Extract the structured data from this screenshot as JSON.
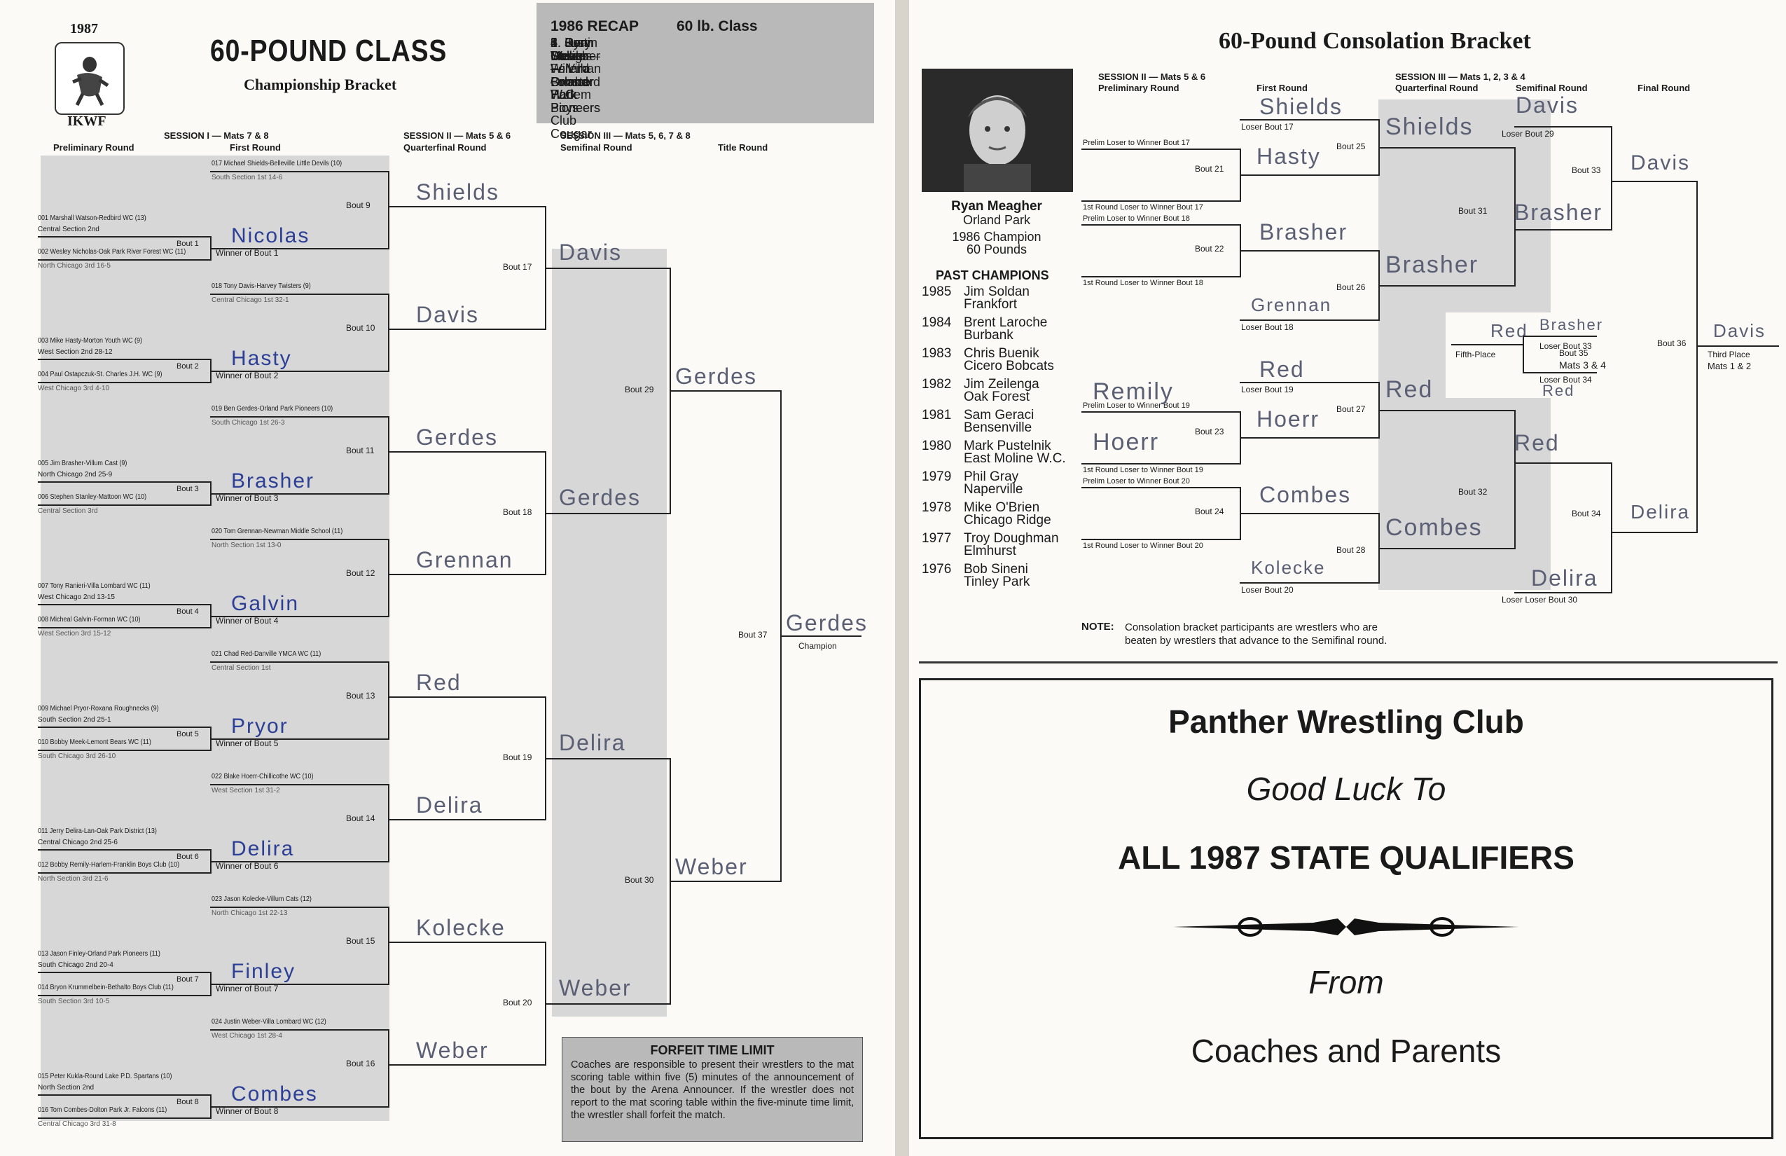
{
  "left": {
    "year": "1987",
    "org": "IKWF",
    "title": "60-POUND CLASS",
    "subtitle": "Championship Bracket",
    "recap": {
      "heading": "1986 RECAP",
      "class": "60 lb. Class",
      "lines": [
        "1. Ryan Meagher — Orland Park Pioneers",
        "2. Cory Daker — Foreman Booster",
        "3. Ben Gerdes — Orland Park Pioneers",
        "4. Dan Collins — Bronco W.C.",
        "5. Justin Weber — Villa Lombard W.C.",
        "6. Steve Willard — Harlem Boys Club Cougar"
      ]
    },
    "headers": {
      "prelim": "Preliminary Round",
      "s1": "SESSION I — Mats 7 & 8",
      "s1_round": "First Round",
      "s2": "SESSION II — Mats 5 & 6",
      "s2_round": "Quarterfinal Round",
      "s3": "SESSION III — Mats 5, 6, 7 & 8",
      "s3_round": "Semifinal Round",
      "title_round": "Title Round"
    },
    "groups": [
      {
        "seed_name": "017 Michael Shields-Belleville Little Devils (10)",
        "seed_rec": "South Section 1st   14-6",
        "fr_bout": "Bout 9",
        "p1_name": "001 Marshall Watson-Redbird WC (13)",
        "p1_rec": "Central Section 2nd",
        "pr_bout": "Bout 1",
        "p2_name": "002 Wesley Nicholas-Oak Park River Forest WC (11)",
        "p2_rec": "North Chicago 3rd   16-5",
        "winner_label": "Winner of Bout 1",
        "hw_prelim": "Nicolas",
        "hw_first": "Shields"
      },
      {
        "seed_name": "018 Tony Davis-Harvey Twisters (9)",
        "seed_rec": "Central Chicago 1st   32-1",
        "fr_bout": "Bout 10",
        "p1_name": "003 Mike Hasty-Morton Youth WC (9)",
        "p1_rec": "West Section 2nd   28-12",
        "pr_bout": "Bout 2",
        "p2_name": "004 Paul Ostapczuk-St. Charles J.H. WC (9)",
        "p2_rec": "West Chicago 3rd   4-10",
        "winner_label": "Winner of Bout 2",
        "hw_prelim": "Hasty",
        "hw_first": "Davis"
      },
      {
        "seed_name": "019 Ben Gerdes-Orland Park Pioneers (10)",
        "seed_rec": "South Chicago 1st   26-3",
        "fr_bout": "Bout 11",
        "p1_name": "005 Jim Brasher-Villum Cast (9)",
        "p1_rec": "North Chicago 2nd   25-9",
        "pr_bout": "Bout 3",
        "p2_name": "006 Stephen Stanley-Mattoon WC (10)",
        "p2_rec": "Central Section 3rd",
        "winner_label": "Winner of Bout 3",
        "hw_prelim": "Brasher",
        "hw_first": "Gerdes"
      },
      {
        "seed_name": "020 Tom Grennan-Newman Middle School (11)",
        "seed_rec": "North Section 1st   13-0",
        "fr_bout": "Bout 12",
        "p1_name": "007 Tony Ranieri-Villa Lombard WC (11)",
        "p1_rec": "West Chicago 2nd   13-15",
        "pr_bout": "Bout 4",
        "p2_name": "008 Micheal Galvin-Forman WC (10)",
        "p2_rec": "West Section 3rd   15-12",
        "winner_label": "Winner of Bout 4",
        "hw_prelim": "Galvin",
        "hw_first": "Grennan"
      },
      {
        "seed_name": "021 Chad Red-Danville YMCA WC (11)",
        "seed_rec": "Central Section 1st",
        "fr_bout": "Bout 13",
        "p1_name": "009 Michael Pryor-Roxana Roughnecks (9)",
        "p1_rec": "South Section 2nd   25-1",
        "pr_bout": "Bout 5",
        "p2_name": "010 Bobby Meek-Lemont Bears WC (11)",
        "p2_rec": "South Chicago 3rd   26-10",
        "winner_label": "Winner of Bout 5",
        "hw_prelim": "Pryor",
        "hw_first": "Red"
      },
      {
        "seed_name": "022 Blake Hoerr-Chillicothe WC (10)",
        "seed_rec": "West Section 1st   31-2",
        "fr_bout": "Bout 14",
        "p1_name": "011 Jerry Delira-Lan-Oak Park District (13)",
        "p1_rec": "Central Chicago 2nd   25-6",
        "pr_bout": "Bout 6",
        "p2_name": "012 Bobby Remily-Harlem-Franklin Boys Club (10)",
        "p2_rec": "North Section 3rd   21-6",
        "winner_label": "Winner of Bout 6",
        "hw_prelim": "Delira",
        "hw_first": "Delira"
      },
      {
        "seed_name": "023 Jason Kolecke-Villum Cats (12)",
        "seed_rec": "North Chicago 1st   22-13",
        "fr_bout": "Bout 15",
        "p1_name": "013 Jason Finley-Orland Park Pioneers (11)",
        "p1_rec": "South Chicago 2nd   20-4",
        "pr_bout": "Bout 7",
        "p2_name": "014 Bryon Krummelbein-Bethalto Boys Club (11)",
        "p2_rec": "South Section 3rd   10-5",
        "winner_label": "Winner of Bout 7",
        "hw_prelim": "Finley",
        "hw_first": "Kolecke"
      },
      {
        "seed_name": "024 Justin Weber-Villa Lombard WC (12)",
        "seed_rec": "West Chicago 1st   28-4",
        "fr_bout": "Bout 16",
        "p1_name": "015 Peter Kukla-Round Lake P.D. Spartans (10)",
        "p1_rec": "North Section 2nd",
        "pr_bout": "Bout 8",
        "p2_name": "016 Tom Combes-Dolton Park Jr. Falcons (11)",
        "p2_rec": "Central Chicago 3rd   31-8",
        "winner_label": "Winner of Bout 8",
        "hw_prelim": "Combes",
        "hw_first": "Weber"
      }
    ],
    "qf": [
      {
        "bout": "Bout 17",
        "hw": "Davis"
      },
      {
        "bout": "Bout 18",
        "hw": "Gerdes"
      },
      {
        "bout": "Bout 19",
        "hw": "Delira"
      },
      {
        "bout": "Bout 20",
        "hw": "Weber"
      }
    ],
    "sf": [
      {
        "bout": "Bout 29",
        "hw": "Gerdes"
      },
      {
        "bout": "Bout 30",
        "hw": "Weber"
      }
    ],
    "final": {
      "bout": "Bout 37",
      "label": "Champion",
      "hw": "Gerdes"
    },
    "forfeit": {
      "heading": "FORFEIT TIME LIMIT",
      "text": "Coaches are responsible to present their wrestlers to the mat scoring table within five (5) minutes of the announcement of the bout by the Arena Announcer. If the wrestler does not report to the mat scoring table within the five-minute time limit, the wrestler shall forfeit the match."
    }
  },
  "right": {
    "title": "60-Pound Consolation Bracket",
    "champ": {
      "name": "Ryan Meagher",
      "town": "Orland Park",
      "line1": "1986 Champion",
      "line2": "60 Pounds"
    },
    "past_heading": "PAST CHAMPIONS",
    "past": [
      {
        "year": "1985",
        "name": "Jim Soldan",
        "town": "Frankfort"
      },
      {
        "year": "1984",
        "name": "Brent Laroche",
        "town": "Burbank"
      },
      {
        "year": "1983",
        "name": "Chris Buenik",
        "town": "Cicero Bobcats"
      },
      {
        "year": "1982",
        "name": "Jim Zeilenga",
        "town": "Oak Forest"
      },
      {
        "year": "1981",
        "name": "Sam Geraci",
        "town": "Bensenville"
      },
      {
        "year": "1980",
        "name": "Mark Pustelnik",
        "town": "East Moline W.C."
      },
      {
        "year": "1979",
        "name": "Phil Gray",
        "town": "Naperville"
      },
      {
        "year": "1978",
        "name": "Mike O'Brien",
        "town": "Chicago Ridge"
      },
      {
        "year": "1977",
        "name": "Troy Doughman",
        "town": "Elmhurst"
      },
      {
        "year": "1976",
        "name": "Bob Sineni",
        "town": "Tinley Park"
      }
    ],
    "headers": {
      "s2": "SESSION II — Mats 5 & 6",
      "s2_round": "Preliminary Round",
      "first_round": "First Round",
      "s3": "SESSION III — Mats 1, 2, 3 & 4",
      "qf": "Quarterfinal Round",
      "sf": "Semifinal Round",
      "final": "Final Round"
    },
    "labels": {
      "loser17": "Loser Bout 17",
      "pl17": "Prelim Loser to Winner Bout 17",
      "b21": "Bout 21",
      "fr17": "1st Round Loser to Winner Bout 17",
      "b25": "Bout 25",
      "pl18": "Prelim Loser to Winner Bout 18",
      "b22": "Bout 22",
      "fr18": "1st Round Loser to Winner Bout 18",
      "loser18": "Loser Bout 18",
      "b26": "Bout 26",
      "loser19": "Loser Bout 19",
      "pl19": "Prelim Loser to Winner Bout 19",
      "b23": "Bout 23",
      "fr19": "1st Round Loser to Winner Bout 19",
      "b27": "Bout 27",
      "pl20": "Prelim Loser to Winner Bout 20",
      "b24": "Bout 24",
      "fr20": "1st Round Loser to Winner Bout 20",
      "loser20": "Loser Bout 20",
      "b28": "Bout 28",
      "loser29": "Loser Bout 29",
      "b31": "Bout 31",
      "b32": "Bout 32",
      "b33": "Bout 33",
      "b34": "Bout 34",
      "b36": "Bout 36",
      "loser30": "Loser Loser Bout 30",
      "fifth": "Fifth-Place",
      "loser33": "Loser Bout 33",
      "b35": "Bout 35",
      "mats34": "Mats 3 & 4",
      "loser34": "Loser Bout 34",
      "third": "Third Place",
      "mats12": "Mats 1 & 2"
    },
    "hw": {
      "shields_fr": "Shields",
      "hasty": "Hasty",
      "shields_qf": "Shields",
      "brasher_fr": "Brasher",
      "grennan": "Grennan",
      "brasher_qf": "Brasher",
      "red_fr": "Red",
      "remily": "Remily",
      "hoerr": "Hoerr",
      "hoerr_fr": "Hoerr",
      "red_qf": "Red",
      "combes_fr": "Combes",
      "kolecke": "Kolecke",
      "combes_qf": "Combes",
      "davis_29": "Davis",
      "brasher_sf": "Brasher",
      "davis_33": "Davis",
      "red_sf": "Red",
      "delira_30": "Delira",
      "delira_34": "Delira",
      "brasher_5": "Brasher",
      "red_5": "Red",
      "red_34": "Red",
      "davis_36": "Davis"
    },
    "note_label": "NOTE:",
    "note": "Consolation bracket participants are wrestlers who are beaten by wrestlers that advance to the Semifinal round.",
    "ad": {
      "club": "Panther Wrestling Club",
      "line1": "Good Luck To",
      "line2": "ALL 1987 STATE QUALIFIERS",
      "line3": "From",
      "line4": "Coaches and Parents"
    }
  }
}
